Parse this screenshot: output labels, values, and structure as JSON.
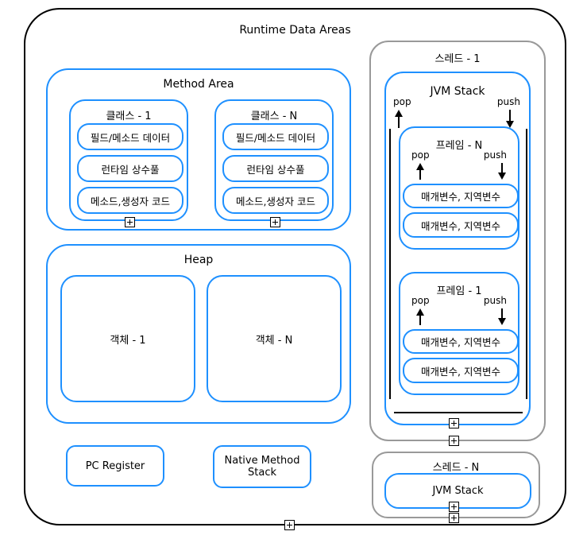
{
  "title": "Runtime Data Areas",
  "method_area": {
    "title": "Method Area",
    "classes": [
      {
        "title": "클래스 - 1",
        "items": [
          "필드/메소드 데이터",
          "런타임 상수풀",
          "메소드,생성자 코드"
        ]
      },
      {
        "title": "클래스 - N",
        "items": [
          "필드/메소드 데이터",
          "런타임 상수풀",
          "메소드,생성자 코드"
        ]
      }
    ]
  },
  "heap": {
    "title": "Heap",
    "objects": [
      {
        "label": "객체 - 1"
      },
      {
        "label": "객체 - N"
      }
    ]
  },
  "pc_register": {
    "label": "PC Register"
  },
  "native_method_stack": {
    "label": "Native Method Stack"
  },
  "thread1": {
    "title": "스레드 - 1",
    "jvm_stack": {
      "title": "JVM Stack",
      "pop": "pop",
      "push": "push",
      "frames": [
        {
          "title": "프레임 - N",
          "pop": "pop",
          "push": "push",
          "items": [
            "매개변수, 지역변수",
            "매개변수, 지역변수"
          ]
        },
        {
          "title": "프레임 - 1",
          "pop": "pop",
          "push": "push",
          "items": [
            "매개변수, 지역변수",
            "매개변수, 지역변수"
          ]
        }
      ]
    }
  },
  "threadN": {
    "title": "스레드 - N",
    "jvm_stack": {
      "title": "JVM Stack"
    }
  },
  "icons": {
    "collapse": "plus-in-square"
  },
  "colors": {
    "accent_blue": "#1E90FF",
    "border_gray": "#999999",
    "line_black": "#000000"
  }
}
